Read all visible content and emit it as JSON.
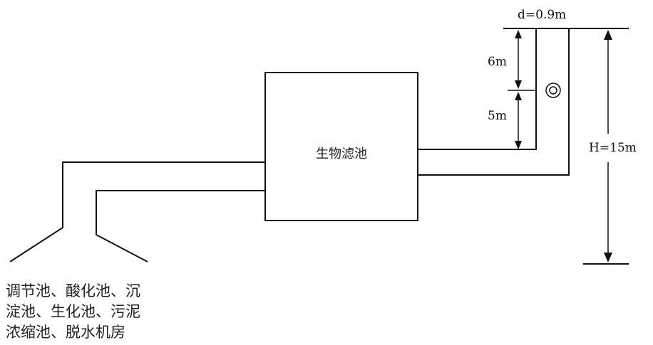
{
  "labels": {
    "filter": "生物滤池",
    "diameter": "d=0.9m",
    "seg_upper": "6m",
    "seg_lower": "5m",
    "height": "H=15m",
    "source_lines": [
      "调节池、酸化池、沉",
      "淀池、生化池、污泥",
      "浓缩池、脱水机房"
    ]
  },
  "colors": {
    "line": "#111111",
    "background": "#ffffff"
  }
}
